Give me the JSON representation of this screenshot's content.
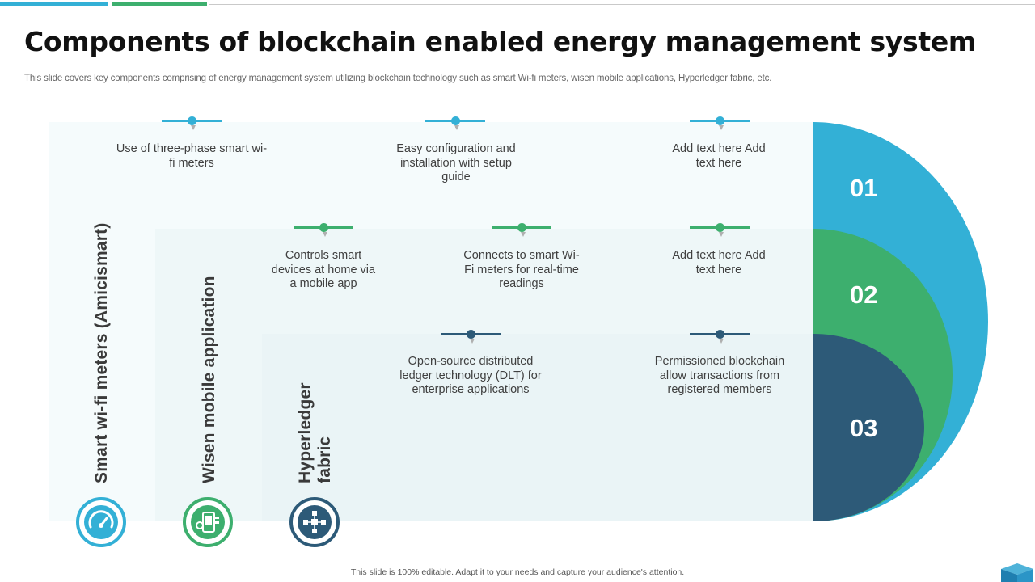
{
  "title": "Components of blockchain enabled energy management system",
  "subtitle": "This slide covers key components comprising of energy management system utilizing blockchain technology such as smart Wi-fi meters, wisen mobile applications, Hyperledger fabric, etc.",
  "colors": {
    "blue": "#33b0d6",
    "green": "#3daf6e",
    "navy": "#2d5a78"
  },
  "components": [
    {
      "number": "01",
      "label": "Smart wi-fi meters (Amicismart)",
      "icon": "gauge-icon",
      "points": [
        "Use of three-phase smart wi-fi meters",
        "Easy configuration and installation with setup guide",
        "Add text here Add text here"
      ]
    },
    {
      "number": "02",
      "label": "Wisen mobile application",
      "icon": "mobile-app-icon",
      "points": [
        "Controls smart devices at home via a mobile app",
        "Connects to smart Wi-Fi meters for real-time readings",
        "Add text here Add text here"
      ]
    },
    {
      "number": "03",
      "label_line1": "Hyperledger",
      "label_line2": "fabric",
      "icon": "blockchain-network-icon",
      "points": [
        "Open-source distributed ledger technology (DLT) for enterprise applications",
        "Permissioned blockchain allow transactions from registered members"
      ]
    }
  ],
  "footer": "This slide is 100% editable. Adapt it to your needs and capture your audience's attention."
}
